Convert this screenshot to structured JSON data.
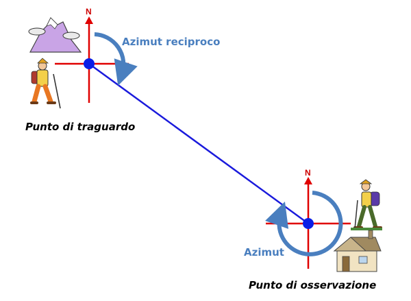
{
  "labels": {
    "north": "N",
    "reciprocal_azimuth": "Azimut reciproco",
    "azimuth": "Azimut",
    "target_point": "Punto di traguardo",
    "observation_point": "Punto di osservazione"
  },
  "icons": {
    "target_top": "mountain-icon",
    "target_figure": "hiker-icon",
    "observer_figure": "hiker-with-backpack-icon",
    "observer_bottom": "house-icon"
  },
  "colors": {
    "cross": "#e00000",
    "north_label": "#cc0000",
    "sight_line": "#1a1adc",
    "point": "#0a1ee6",
    "arrow": "#4a7fbf",
    "label_blue": "#4a7fbf",
    "label_black": "#000000"
  }
}
